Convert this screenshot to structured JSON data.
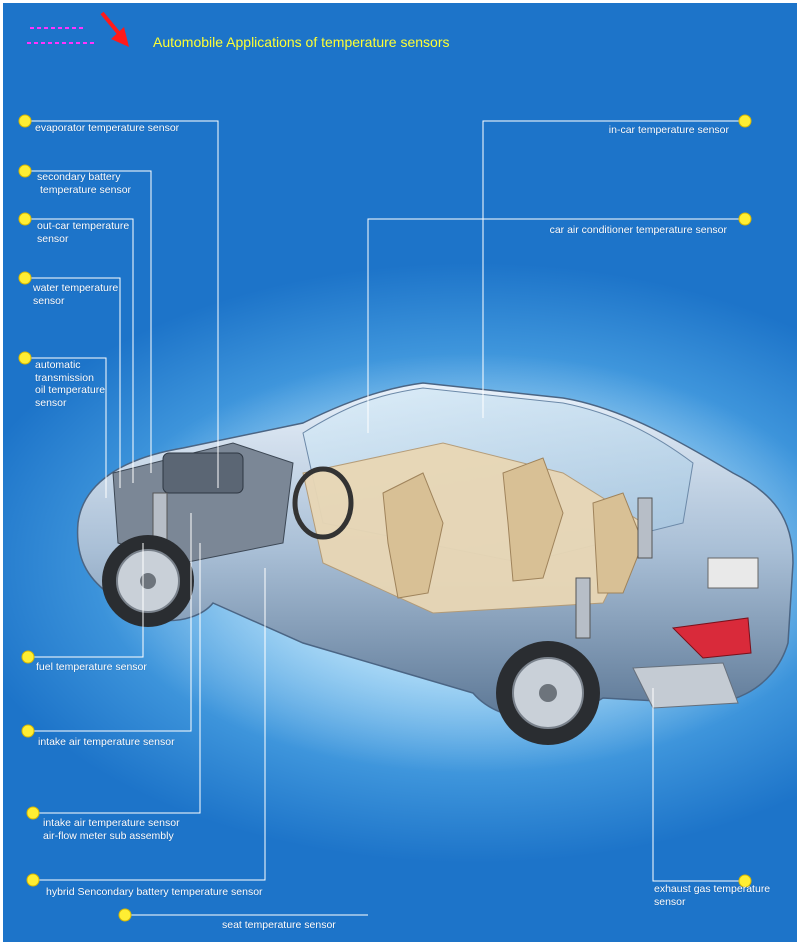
{
  "title": "Automobile Applications of temperature sensors",
  "labels": {
    "evaporator": "evaporator temperature sensor",
    "secondary_battery_1": "secondary battery",
    "secondary_battery_2": "temperature sensor",
    "out_car_1": "out-car temperature",
    "out_car_2": "sensor",
    "water_1": "water temperature",
    "water_2": "sensor",
    "atf_1": "automatic",
    "atf_2": "transmission",
    "atf_3": "oil temperature",
    "atf_4": "sensor",
    "fuel": "fuel temperature sensor",
    "intake_air": "intake air temperature sensor",
    "intake_afm_1": "intake air temperature sensor",
    "intake_afm_2": "air-flow meter sub assembly",
    "hybrid_battery": "hybrid Sencondary battery temperature sensor",
    "seat": "seat temperature sensor",
    "in_car": "in-car temperature sensor",
    "ac": "car air conditioner temperature sensor",
    "exhaust_1": "exhaust gas temperature",
    "exhaust_2": "sensor"
  },
  "colors": {
    "background": "#2b88d6",
    "marker": "#ffee33",
    "title": "#ffff33",
    "legend_dash": "#ff33ff",
    "arrow": "#ff1a1a",
    "leader": "#ffffff"
  }
}
